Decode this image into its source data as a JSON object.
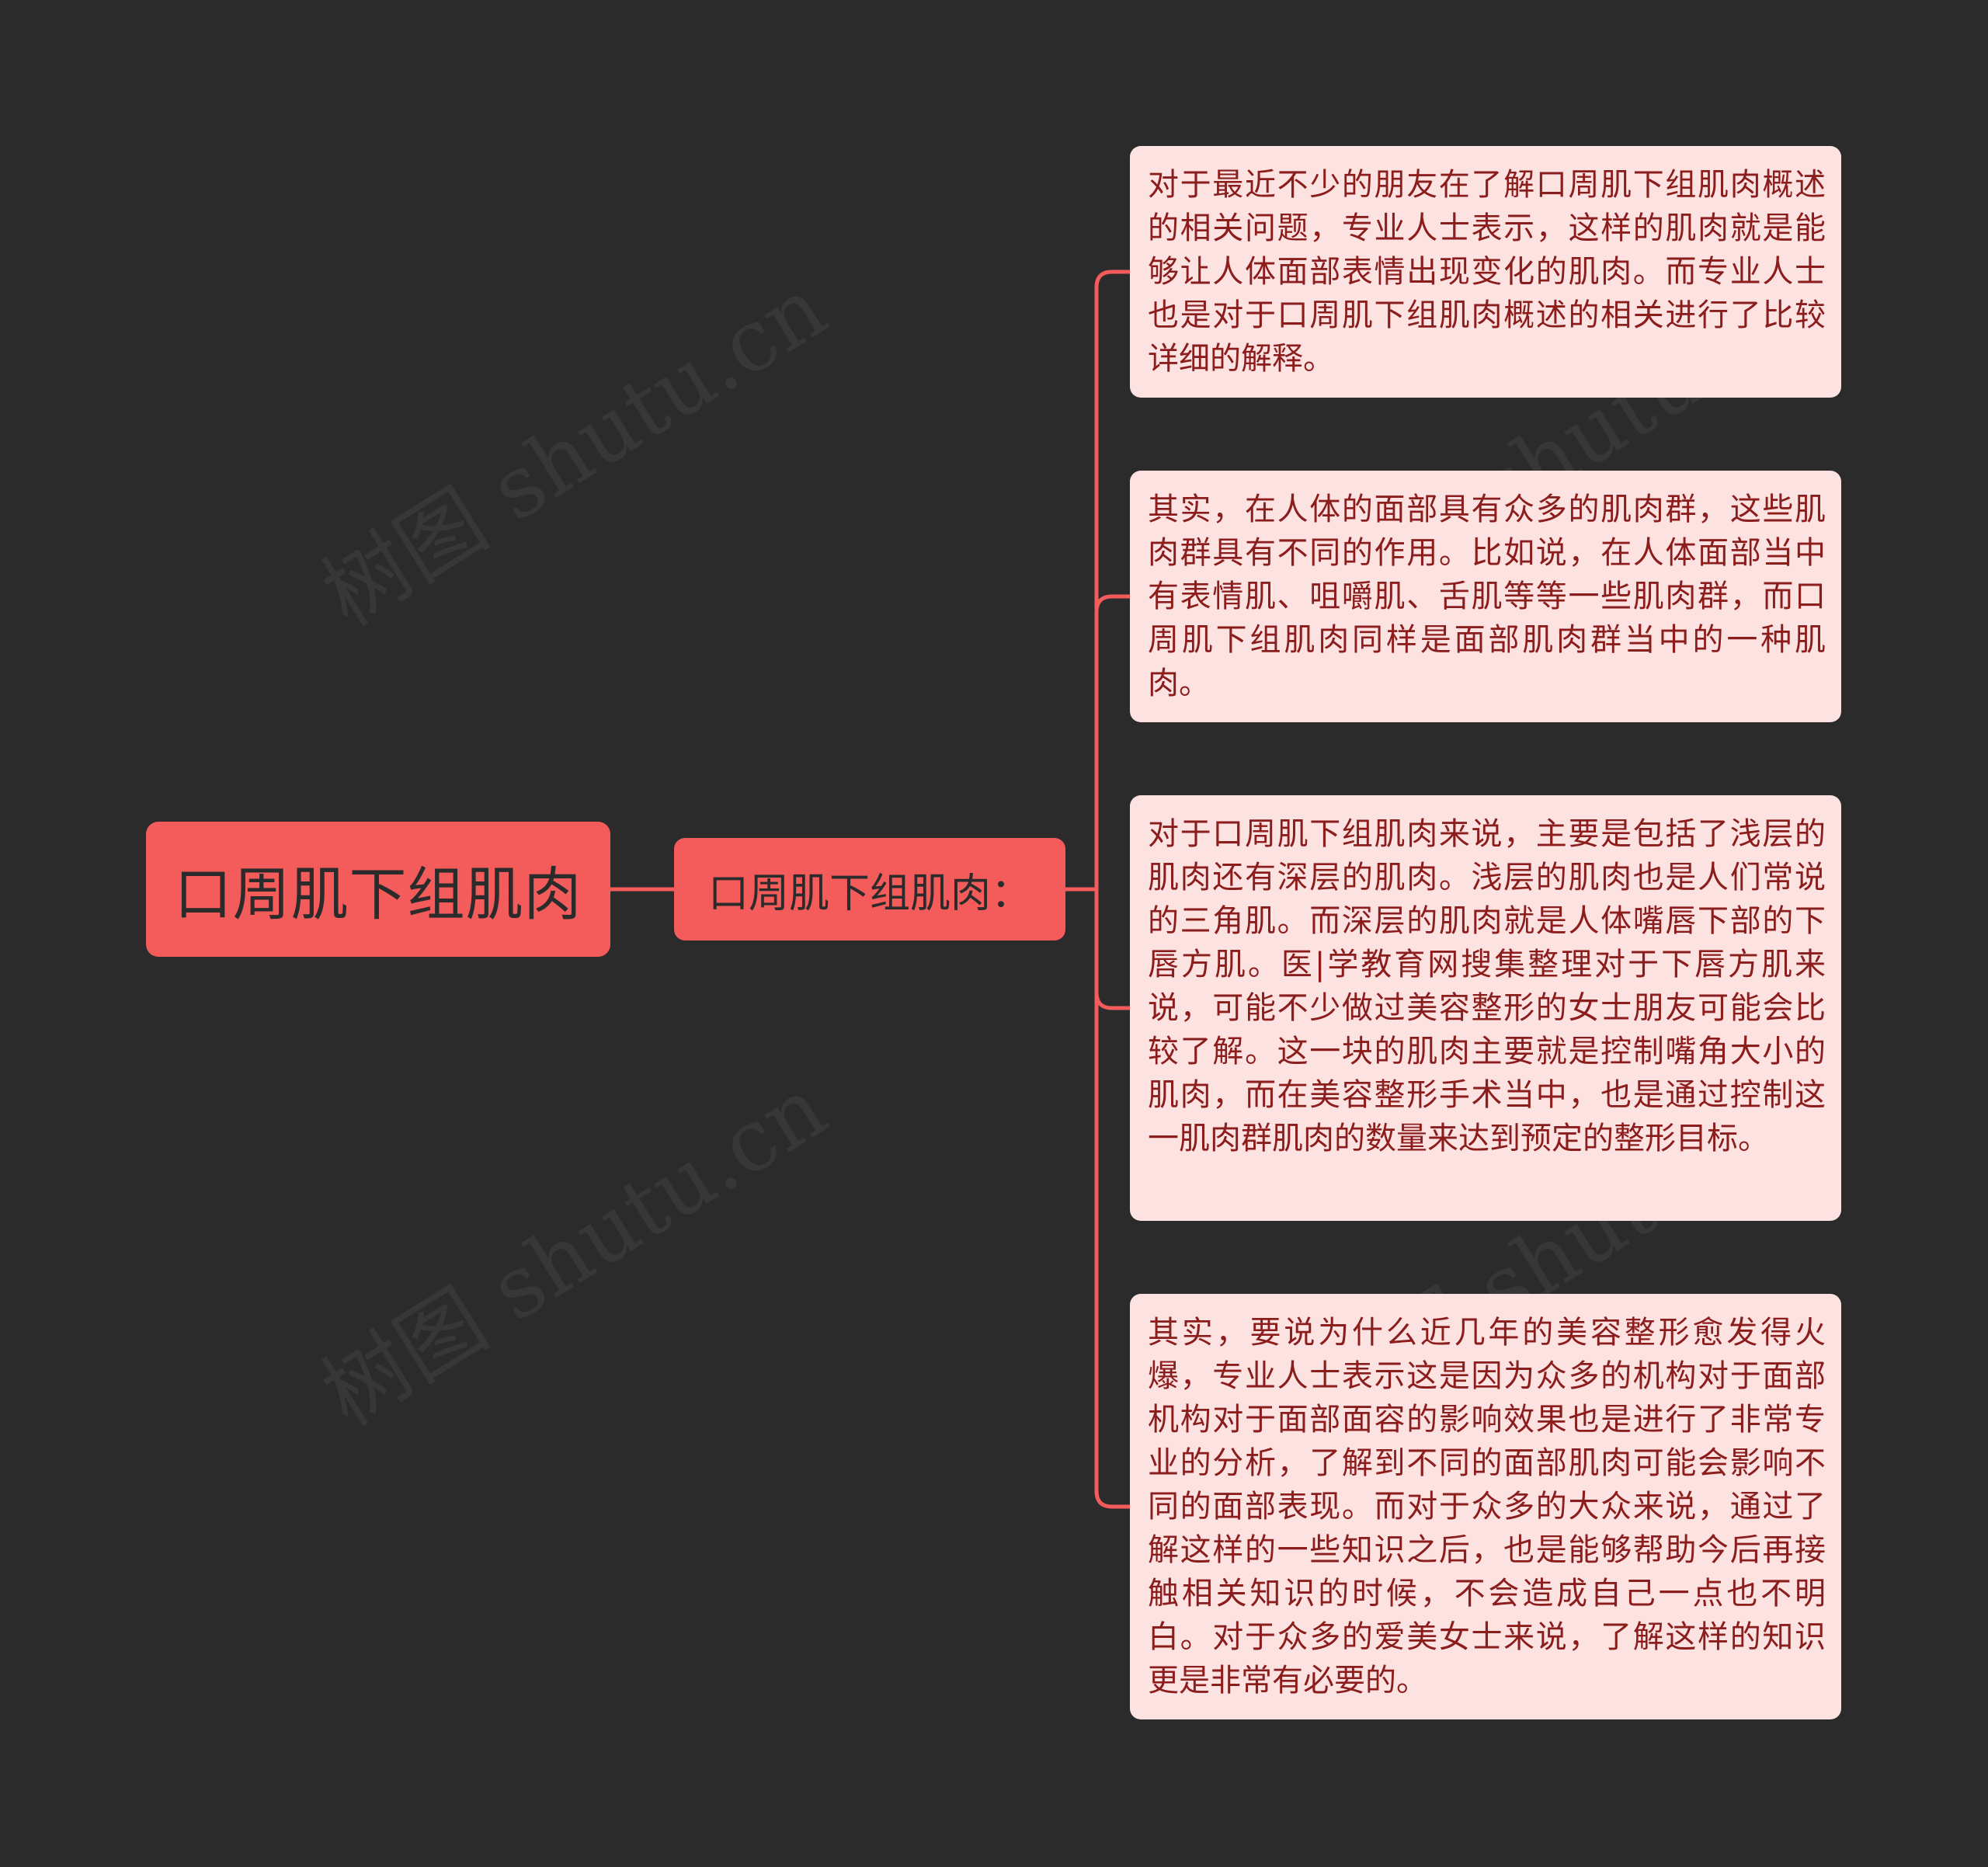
{
  "colors": {
    "background": "#2b2b2b",
    "node_fill": "#f45c5c",
    "node_text": "#2b2b2b",
    "leaf_fill": "#fde2e2",
    "leaf_text": "#8c1d1d",
    "connector": "#f45c5c"
  },
  "root": {
    "label": "口周肌下组肌肉"
  },
  "branch": {
    "label": "口周肌下组肌肉："
  },
  "leaves": [
    {
      "text": "对于最近不少的朋友在了解口周肌下组肌肉概述的相关问题，专业人士表示，这样的肌肉就是能够让人体面部表情出现变化的肌肉。而专业人士也是对于口周肌下组肌肉概述的相关进行了比较详细的解释。"
    },
    {
      "text": "其实，在人体的面部具有众多的肌肉群，这些肌肉群具有不同的作用。比如说，在人体面部当中有表情肌、咀嚼肌、舌肌等等一些肌肉群，而口周肌下组肌肉同样是面部肌肉群当中的一种肌肉。"
    },
    {
      "text": "对于口周肌下组肌肉来说，主要是包括了浅层的肌肉还有深层的肌肉。浅层的肌肉也是人们常说的三角肌。而深层的肌肉就是人体嘴唇下部的下唇方肌。医|学教育网搜集整理对于下唇方肌来说，可能不少做过美容整形的女士朋友可能会比较了解。这一块的肌肉主要就是控制嘴角大小的肌肉，而在美容整形手术当中，也是通过控制这一肌肉群肌肉的数量来达到预定的整形目标。"
    },
    {
      "text": "其实，要说为什么近几年的美容整形愈发得火爆，专业人士表示这是因为众多的机构对于面部机构对于面部面容的影响效果也是进行了非常专业的分析，了解到不同的面部肌肉可能会影响不同的面部表现。而对于众多的大众来说，通过了解这样的一些知识之后，也是能够帮助今后再接触相关知识的时候，不会造成自己一点也不明白。对于众多的爱美女士来说，了解这样的知识更是非常有必要的。"
    }
  ],
  "watermark": {
    "text": "树图 shutu.cn"
  }
}
